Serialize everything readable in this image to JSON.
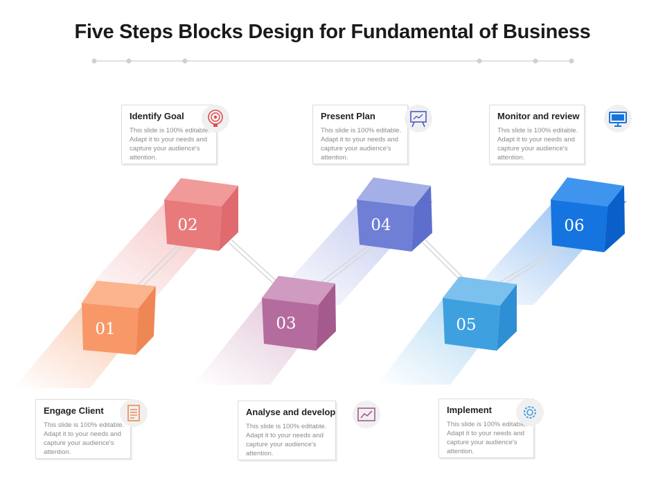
{
  "title": "Five Steps Blocks Design for Fundamental of Business",
  "steps": [
    {
      "number": "01",
      "label": "Engage Client",
      "body": "This slide is 100% editable.  Adapt it to your needs and capture your audience's attention.",
      "icon": "document-icon",
      "color": "#f58f5c"
    },
    {
      "number": "02",
      "label": "Identify Goal",
      "body": "This slide is 100% editable.  Adapt it to your needs and capture your audience's attention.",
      "icon": "target-bulb-icon",
      "color": "#e96f6f"
    },
    {
      "number": "03",
      "label": "Analyse and develop",
      "body": "This slide is 100% editable.  Adapt it to your needs and capture your audience's attention.",
      "icon": "line-chart-icon",
      "color": "#b46c9e"
    },
    {
      "number": "04",
      "label": "Present Plan",
      "body": "This slide is 100% editable.  Adapt it to your needs and capture your audience's attention.",
      "icon": "presentation-board-icon",
      "color": "#6f7fd6"
    },
    {
      "number": "05",
      "label": "Implement",
      "body": "This slide is 100% editable.  Adapt it to your needs and capture your audience's attention.",
      "icon": "gear-icon",
      "color": "#3fa0e0"
    },
    {
      "number": "06",
      "label": "Monitor and review",
      "body": "This slide is 100% editable.  Adapt it to your needs and capture your audience's attention.",
      "icon": "monitor-icon",
      "color": "#1574df"
    }
  ]
}
